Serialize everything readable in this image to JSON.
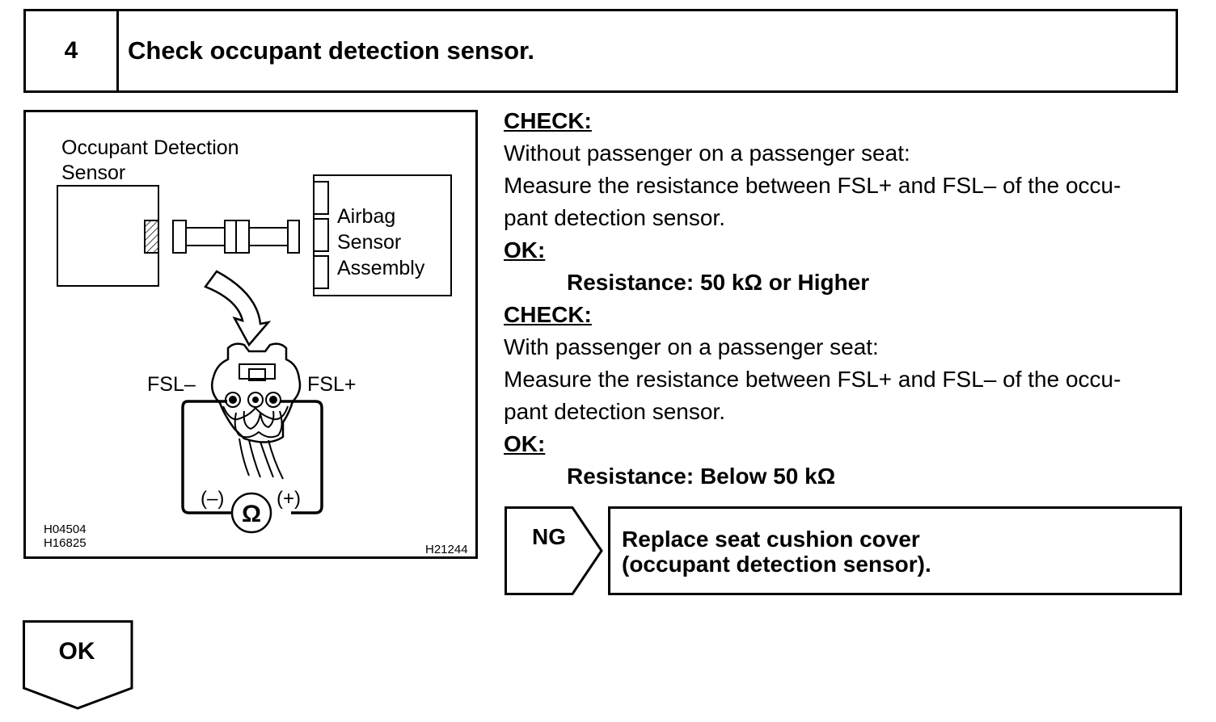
{
  "step": {
    "number": "4",
    "title": "Check occupant detection sensor."
  },
  "figure": {
    "sensor_label_line1": "Occupant Detection",
    "sensor_label_line2": "Sensor",
    "assembly_label_line1": "Airbag",
    "assembly_label_line2": "Sensor",
    "assembly_label_line3": "Assembly",
    "terminal_minus": "FSL–",
    "terminal_plus": "FSL+",
    "probe_minus": "(–)",
    "probe_plus": "(+)",
    "ohm_symbol": "Ω",
    "code_1": "H04504",
    "code_2": "H16825",
    "code_3": "H21244"
  },
  "check_1": {
    "heading": "CHECK:",
    "condition": "Without passenger on a passenger seat:",
    "procedure_line1": "Measure the resistance between FSL+ and FSL– of the occu-",
    "procedure_line2": "pant detection sensor.",
    "ok_heading": "OK:",
    "spec": "Resistance: 50 kΩ or Higher"
  },
  "check_2": {
    "heading": "CHECK:",
    "condition": "With passenger on a passenger seat:",
    "procedure_line1": "Measure the resistance between FSL+ and FSL– of the occu-",
    "procedure_line2": "pant detection sensor.",
    "ok_heading": "OK:",
    "spec": "Resistance: Below 50 kΩ"
  },
  "ng_branch": {
    "label": "NG",
    "action_line1": "Replace seat cushion cover",
    "action_line2": "(occupant detection sensor)."
  },
  "ok_branch": {
    "label": "OK"
  }
}
